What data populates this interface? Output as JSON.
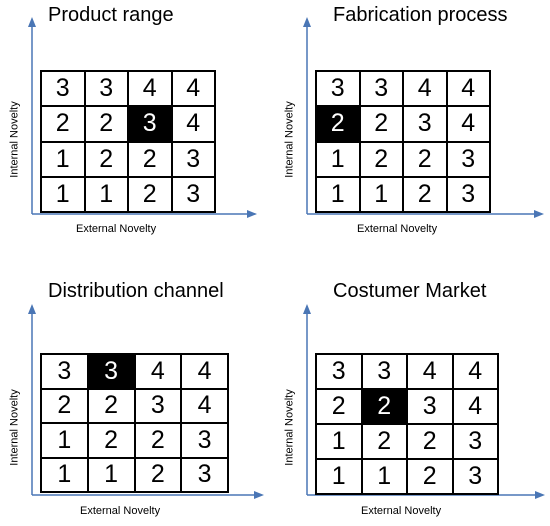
{
  "style": {
    "axis_color": "#4a76b5",
    "highlight_bg": "#000000",
    "highlight_fg": "#ffffff"
  },
  "panels": [
    {
      "title": "Product range",
      "ylabel": "Internal Novelty",
      "xlabel": "External Novelty",
      "rows": [
        [
          "3",
          "3",
          "4",
          "4"
        ],
        [
          "2",
          "2",
          "3",
          "4"
        ],
        [
          "1",
          "2",
          "2",
          "3"
        ],
        [
          "1",
          "1",
          "2",
          "3"
        ]
      ],
      "highlight": {
        "row": 1,
        "col": 2
      }
    },
    {
      "title": "Fabrication process",
      "ylabel": "Internal Novelty",
      "xlabel": "External Novelty",
      "rows": [
        [
          "3",
          "3",
          "4",
          "4"
        ],
        [
          "2",
          "2",
          "3",
          "4"
        ],
        [
          "1",
          "2",
          "2",
          "3"
        ],
        [
          "1",
          "1",
          "2",
          "3"
        ]
      ],
      "highlight": {
        "row": 1,
        "col": 0
      }
    },
    {
      "title": "Distribution channel",
      "ylabel": "Internal Novelty",
      "xlabel": "External Novelty",
      "rows": [
        [
          "3",
          "3",
          "4",
          "4"
        ],
        [
          "2",
          "2",
          "3",
          "4"
        ],
        [
          "1",
          "2",
          "2",
          "3"
        ],
        [
          "1",
          "1",
          "2",
          "3"
        ]
      ],
      "highlight": {
        "row": 0,
        "col": 1
      }
    },
    {
      "title": "Costumer Market",
      "ylabel": "Internal Novelty",
      "xlabel": "External Novelty",
      "rows": [
        [
          "3",
          "3",
          "4",
          "4"
        ],
        [
          "2",
          "2",
          "3",
          "4"
        ],
        [
          "1",
          "2",
          "2",
          "3"
        ],
        [
          "1",
          "1",
          "2",
          "3"
        ]
      ],
      "highlight": {
        "row": 1,
        "col": 1
      }
    }
  ]
}
